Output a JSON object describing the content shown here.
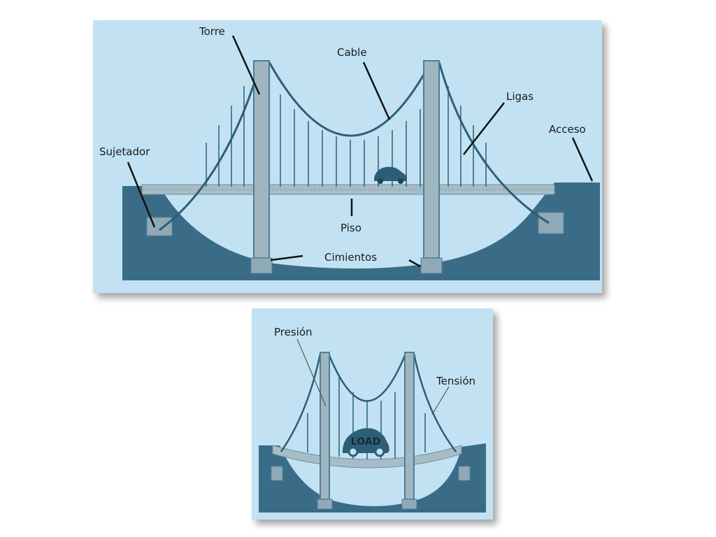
{
  "colors": {
    "sky": "#c2e2f3",
    "ground": "#3a6c87",
    "tower": "#9fb6c1",
    "tower_edge": "#4f7d95",
    "cable": "#2c5e78",
    "deck": "#a7bcc6",
    "pointer": "#111111"
  },
  "top_diagram": {
    "labels": {
      "torre": "Torre",
      "cable": "Cable",
      "ligas": "Ligas",
      "acceso": "Acceso",
      "sujetador": "Sujetador",
      "piso": "Piso",
      "cimientos": "Cimientos"
    }
  },
  "bottom_diagram": {
    "labels": {
      "presion": "Presión",
      "tension": "Tensión",
      "load": "LOAD"
    }
  }
}
